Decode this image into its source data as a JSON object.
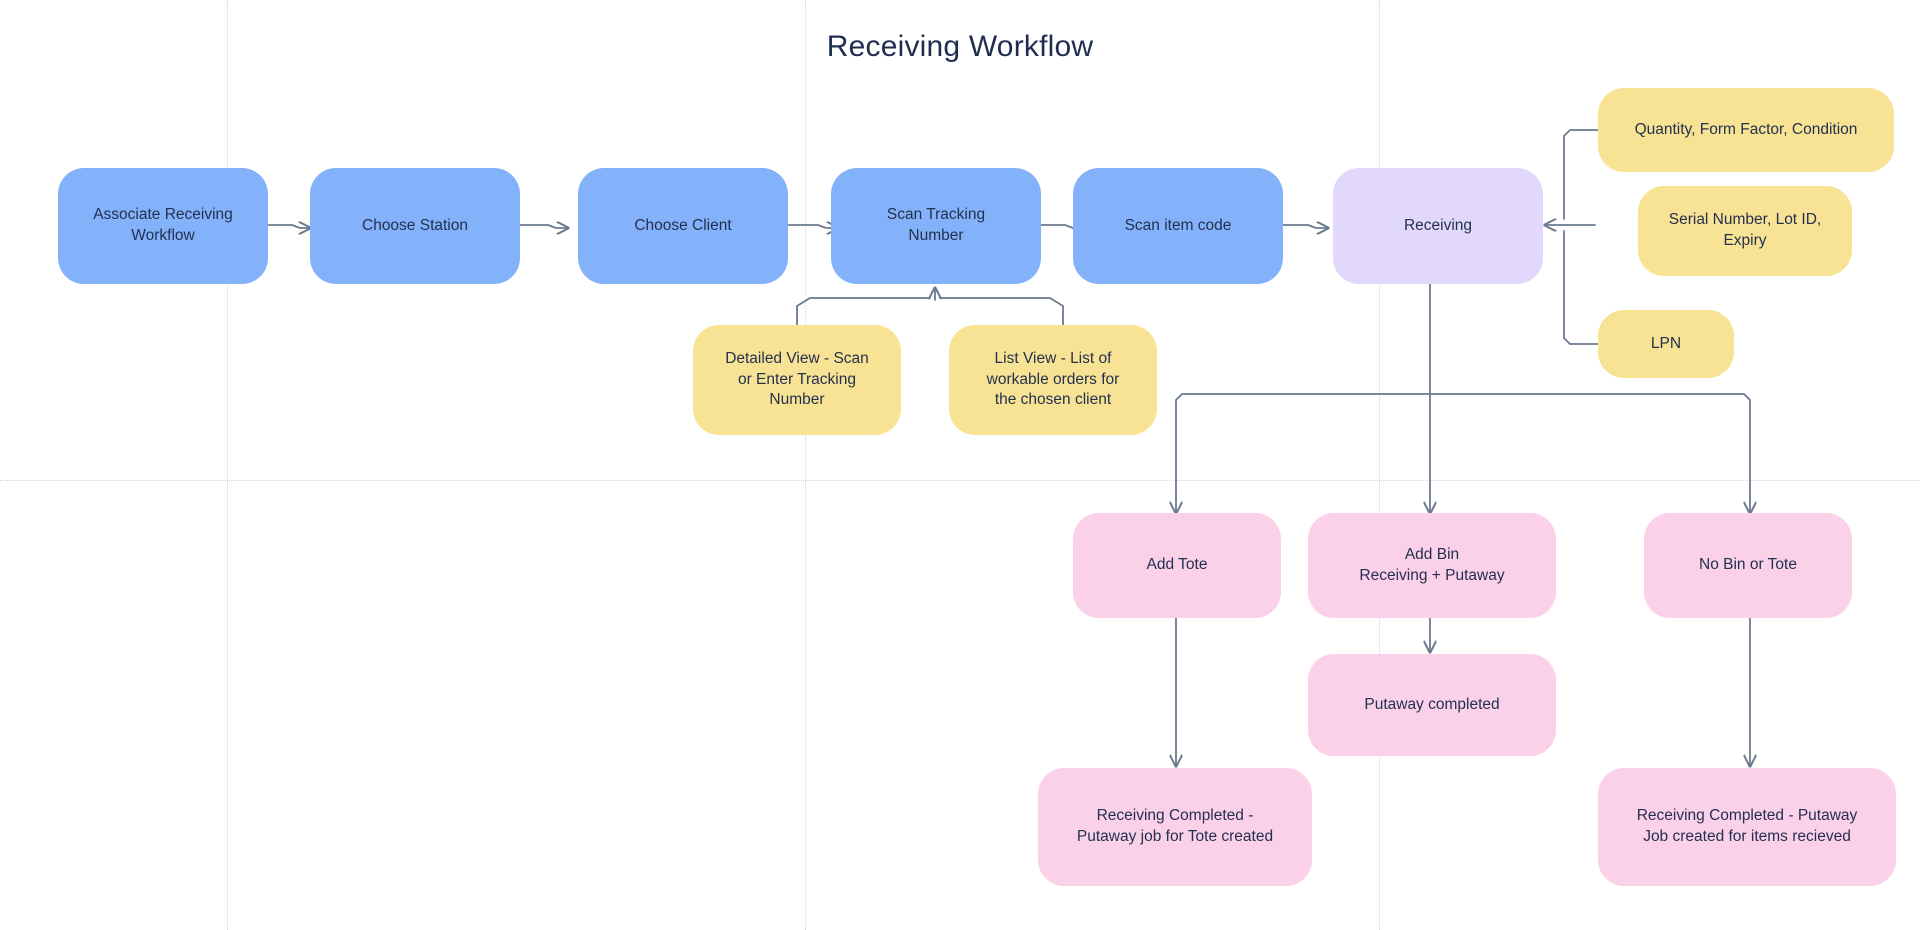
{
  "page": {
    "title": "Receiving Workflow",
    "background": "#ffffff",
    "title_color": "#1f2d50"
  },
  "palette": {
    "blue": "#83b2fb",
    "purple": "#e2d8fc",
    "yellow": "#f8e394",
    "pink": "#fbd0e9",
    "connector": "#6b7a8f",
    "grid": "#d3d7dd",
    "text": "#23304f"
  },
  "nodes": {
    "associate_receiving_workflow": {
      "label": "Associate Receiving\nWorkflow",
      "color": "blue"
    },
    "choose_station": {
      "label": "Choose Station",
      "color": "blue"
    },
    "choose_client": {
      "label": "Choose Client",
      "color": "blue"
    },
    "scan_tracking_number": {
      "label": "Scan Tracking\nNumber",
      "color": "blue"
    },
    "scan_item_code": {
      "label": "Scan item code",
      "color": "blue"
    },
    "receiving": {
      "label": "Receiving",
      "color": "purple"
    },
    "quantity_form_factor_condition": {
      "label": "Quantity, Form Factor, Condition",
      "color": "yellow"
    },
    "serial_number_lot_id_expiry": {
      "label": "Serial Number, Lot ID,\nExpiry",
      "color": "yellow"
    },
    "lpn": {
      "label": "LPN",
      "color": "yellow"
    },
    "detailed_view": {
      "label": "Detailed View - Scan\nor Enter Tracking\nNumber",
      "color": "yellow"
    },
    "list_view": {
      "label": "List View - List of\nworkable orders for\nthe chosen client",
      "color": "yellow"
    },
    "add_tote": {
      "label": "Add Tote",
      "color": "pink"
    },
    "add_bin": {
      "label": "Add Bin\nReceiving + Putaway",
      "color": "pink"
    },
    "no_bin_or_tote": {
      "label": "No Bin or Tote",
      "color": "pink"
    },
    "putaway_completed": {
      "label": "Putaway completed",
      "color": "pink"
    },
    "receiving_completed_tote": {
      "label": "Receiving Completed -\nPutaway job for Tote created",
      "color": "pink"
    },
    "receiving_completed_items": {
      "label": "Receiving Completed - Putaway\nJob created for items recieved",
      "color": "pink"
    }
  },
  "grid": {
    "vertical_x": [
      227,
      805,
      1379
    ],
    "horizontal_y": [
      480
    ]
  }
}
